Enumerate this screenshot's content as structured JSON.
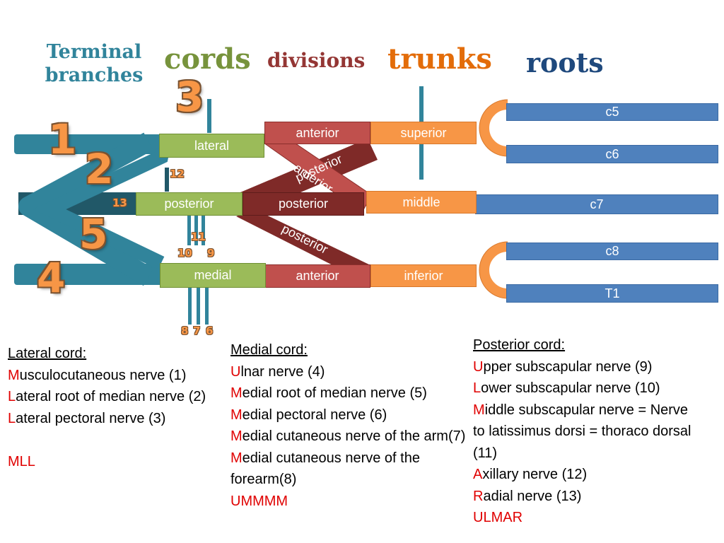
{
  "headers": {
    "terminal_line1": "Terminal",
    "terminal_line2": "branches",
    "cords": "cords",
    "divisions": "divisions",
    "trunks": "trunks",
    "roots": "roots"
  },
  "colors": {
    "terminal": "#31849b",
    "cords": "#77933c",
    "divisions": "#943634",
    "trunks": "#e36c09",
    "roots": "#1f497d",
    "root_box": "#4f81bd",
    "trunk_box": "#f79646",
    "division_box": "#c0504d",
    "cord_box": "#9bbb59",
    "highlight": "#e00000"
  },
  "roots": [
    "c5",
    "c6",
    "c7",
    "c8",
    "T1"
  ],
  "trunks": {
    "superior": "superior",
    "middle": "middle",
    "inferior": "inferior"
  },
  "divisions": {
    "sup_anterior": "anterior",
    "sup_posterior": "posterior",
    "mid_anterior": "anterior",
    "mid_posterior": "posterior",
    "inf_posterior": "posterior",
    "inf_anterior": "anterior"
  },
  "cords": {
    "lateral": "lateral",
    "posterior": "posterior",
    "medial": "medial"
  },
  "branch_numbers": {
    "n1": "1",
    "n2": "2",
    "n3": "3",
    "n4": "4",
    "n5": "5",
    "n6": "6",
    "n7": "7",
    "n8": "8",
    "n9": "9",
    "n10": "10",
    "n11": "11",
    "n12": "12",
    "n13": "13"
  },
  "lateral_cord": {
    "title": "Lateral cord:",
    "items": [
      {
        "first": "M",
        "rest": "usculocutaneous nerve (1)"
      },
      {
        "first": "L",
        "rest": "ateral root of median nerve (2)"
      },
      {
        "first": "L",
        "rest": "ateral pectoral nerve (3)"
      }
    ],
    "mnemonic": "MLL"
  },
  "medial_cord": {
    "title": "Medial cord:",
    "items": [
      {
        "first": "U",
        "rest": "lnar nerve (4)"
      },
      {
        "first": "M",
        "rest": "edial root of median nerve (5)"
      },
      {
        "first": "M",
        "rest": "edial pectoral nerve (6)"
      },
      {
        "first": "M",
        "rest": "edial cutaneous nerve of the arm(7)"
      },
      {
        "first": "M",
        "rest": "edial cutaneous nerve of the forearm(8)"
      }
    ],
    "mnemonic": "UMMMM"
  },
  "posterior_cord": {
    "title": "Posterior cord:",
    "items": [
      {
        "first": "U",
        "rest": "pper subscapular nerve (9)"
      },
      {
        "first": "L",
        "rest": "ower subscapular nerve (10)"
      },
      {
        "first": "M",
        "rest": "iddle subscapular nerve = Nerve to latissimus dorsi = thoraco dorsal (11)"
      },
      {
        "first": "A",
        "rest": "xillary nerve (12)"
      },
      {
        "first": "R",
        "rest": "adial nerve (13)"
      }
    ],
    "mnemonic": "ULMAR"
  }
}
